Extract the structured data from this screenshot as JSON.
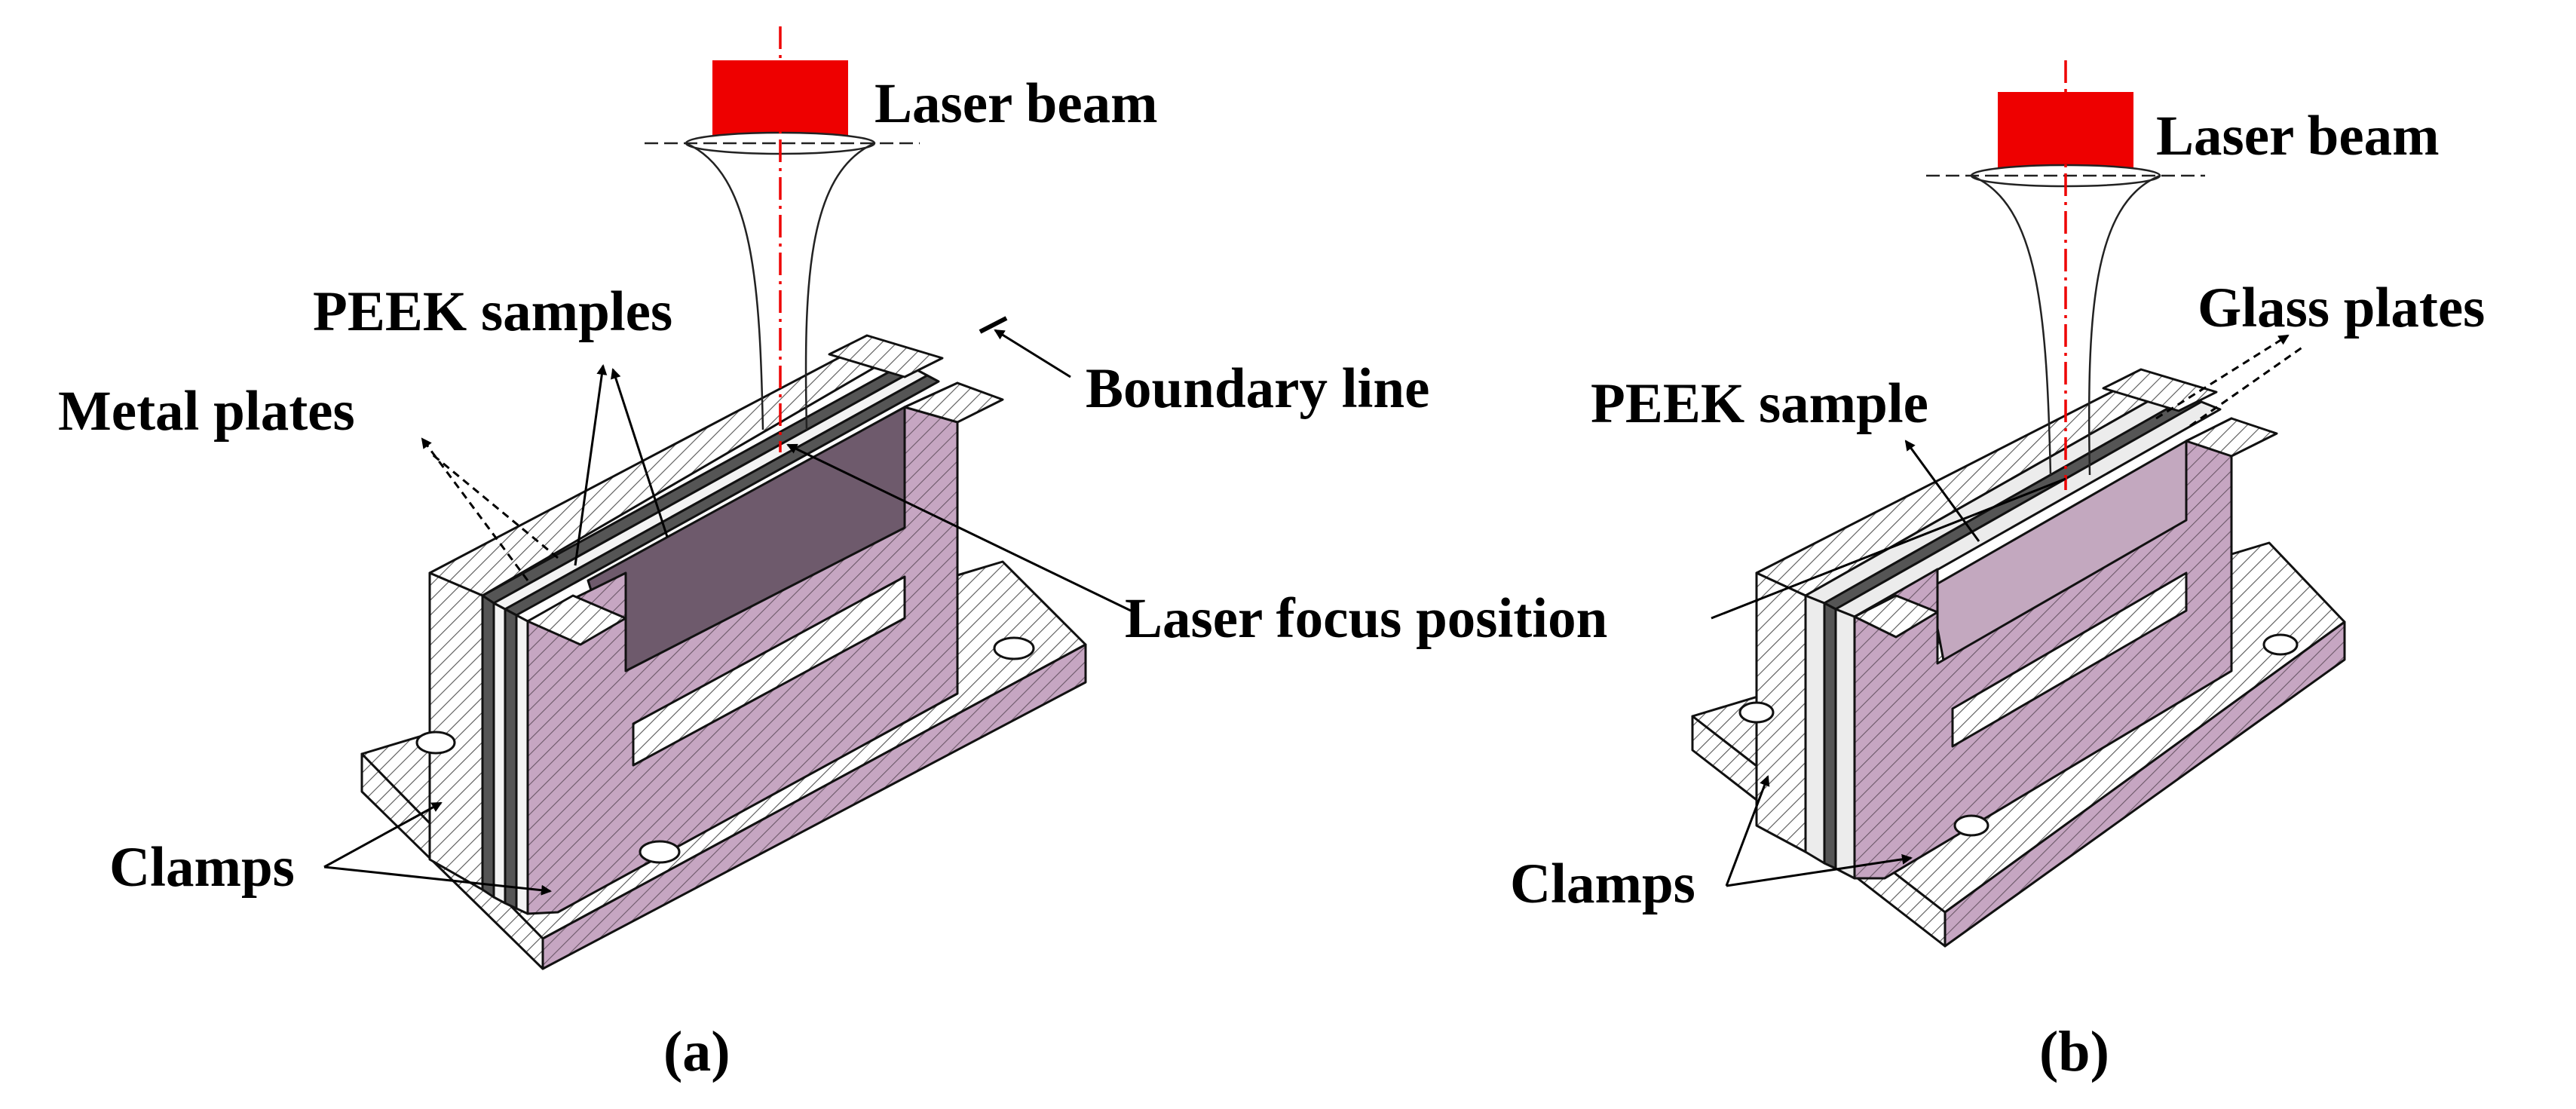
{
  "panel_a": {
    "laser_beam": "Laser beam",
    "peek_samples": "PEEK samples",
    "metal_plates": "Metal plates",
    "boundary_line": "Boundary line",
    "laser_focus_position": "Laser focus position",
    "clamps": "Clamps",
    "caption": "(a)"
  },
  "panel_b": {
    "laser_beam": "Laser beam",
    "glass_plates": "Glass plates",
    "peek_sample": "PEEK sample",
    "clamps": "Clamps",
    "caption": "(b)"
  },
  "colors": {
    "laser_source": "#ee0000",
    "axis_line": "#ee0000",
    "clamp_face_purple": "#c6a6c2",
    "window_dark_a": "#6e5a6c",
    "window_light_b": "#c3a8bf",
    "peek_strip": "#555555",
    "glass_strip": "#ececec"
  }
}
